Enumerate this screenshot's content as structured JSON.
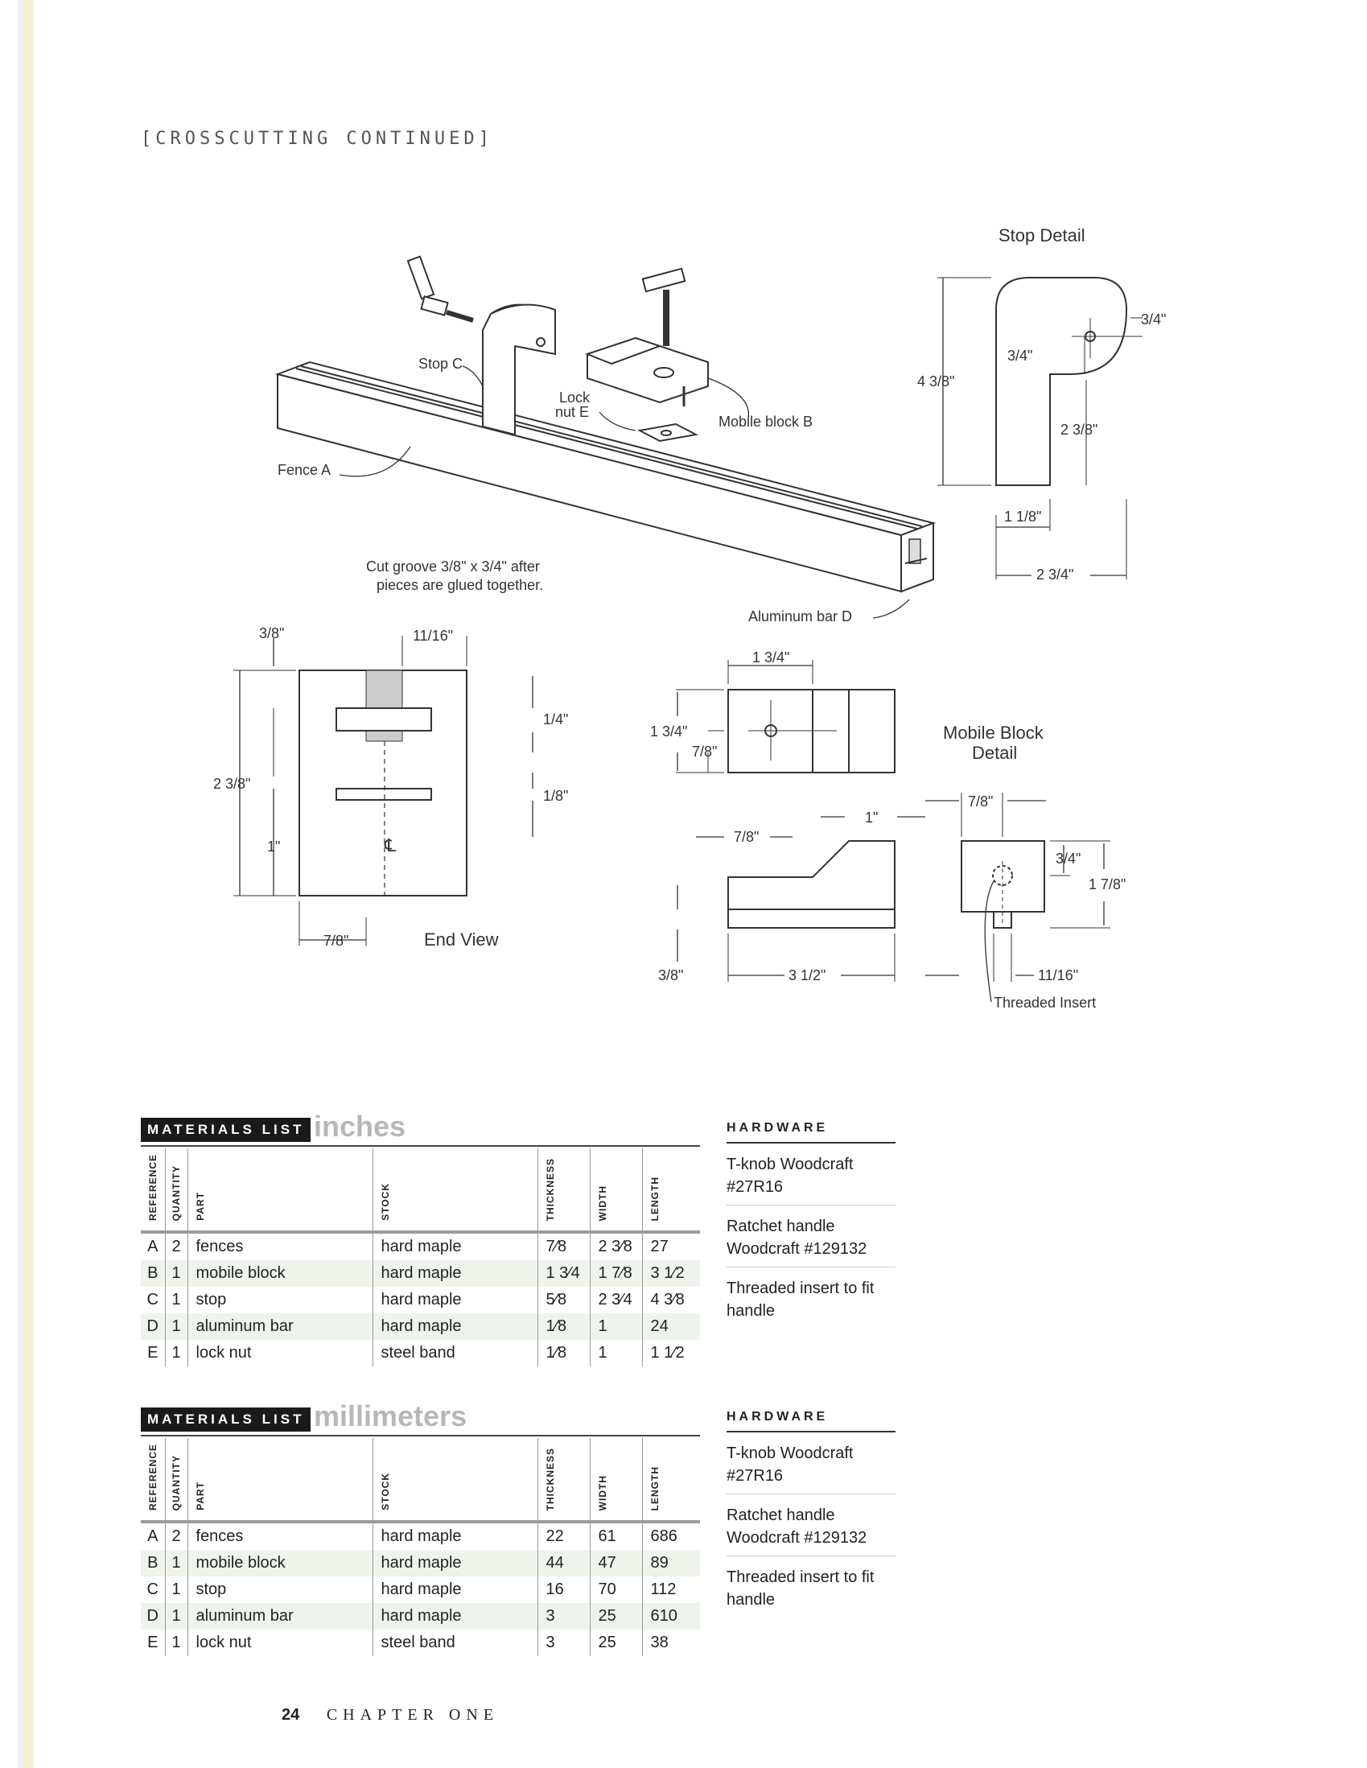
{
  "section_label": "[CROSSCUTTING CONTINUED]",
  "drawing": {
    "labels": {
      "stop_c": "Stop C",
      "lock_nut_e_1": "Lock",
      "lock_nut_e_2": "nut E",
      "mobile_block_b": "Mobile block B",
      "fence_a": "Fence A",
      "aluminum_bar_d": "Aluminum bar D",
      "cut_groove_1": "Cut groove 3/8\" x 3/4\" after",
      "cut_groove_2": "pieces are glued together.",
      "end_view": "End View",
      "stop_detail": "Stop Detail",
      "mobile_block_detail_1": "Mobile Block",
      "mobile_block_detail_2": "Detail",
      "threaded_insert": "Threaded Insert",
      "centerline": "℄"
    },
    "dims": {
      "ev_38": "3/8\"",
      "ev_1116": "11/16\"",
      "ev_14": "1/4\"",
      "ev_18": "1/8\"",
      "ev_238": "2 3/8\"",
      "ev_1": "1\"",
      "ev_78": "7/8\"",
      "sd_34a": "3/4\"",
      "sd_34b": "3/4\"",
      "sd_438": "4 3/8\"",
      "sd_238": "2 3/8\"",
      "sd_118": "1 1/8\"",
      "sd_234": "2 3/4\"",
      "mb_134a": "1 3/4\"",
      "mb_134b": "1 3/4\"",
      "mb_78a": "7/8\"",
      "mb_78b": "7/8\"",
      "mb_1": "1\"",
      "mb_38": "3/8\"",
      "mb_312": "3 1/2\"",
      "md_78": "7/8\"",
      "md_34": "3/4\"",
      "md_178": "1 7/8\"",
      "md_1116": "11/16\""
    }
  },
  "materials_inches": {
    "badge": "MATERIALS LIST",
    "unit": "inches",
    "headers": [
      "REFERENCE",
      "QUANTITY",
      "PART",
      "STOCK",
      "THICKNESS",
      "WIDTH",
      "LENGTH"
    ],
    "rows": [
      [
        "A",
        "2",
        "fences",
        "hard maple",
        "7⁄8",
        "2 3⁄8",
        "27"
      ],
      [
        "B",
        "1",
        "mobile block",
        "hard maple",
        "1 3⁄4",
        "1 7⁄8",
        "3 1⁄2"
      ],
      [
        "C",
        "1",
        "stop",
        "hard maple",
        "5⁄8",
        "2 3⁄4",
        "4 3⁄8"
      ],
      [
        "D",
        "1",
        "aluminum bar",
        "hard maple",
        "1⁄8",
        "1",
        "24"
      ],
      [
        "E",
        "1",
        "lock nut",
        "steel band",
        "1⁄8",
        "1",
        "1 1⁄2"
      ]
    ]
  },
  "materials_mm": {
    "badge": "MATERIALS LIST",
    "unit": "millimeters",
    "headers": [
      "REFERENCE",
      "QUANTITY",
      "PART",
      "STOCK",
      "THICKNESS",
      "WIDTH",
      "LENGTH"
    ],
    "rows": [
      [
        "A",
        "2",
        "fences",
        "hard maple",
        "22",
        "61",
        "686"
      ],
      [
        "B",
        "1",
        "mobile block",
        "hard maple",
        "44",
        "47",
        "89"
      ],
      [
        "C",
        "1",
        "stop",
        "hard maple",
        "16",
        "70",
        "112"
      ],
      [
        "D",
        "1",
        "aluminum bar",
        "hard maple",
        "3",
        "25",
        "610"
      ],
      [
        "E",
        "1",
        "lock nut",
        "steel band",
        "3",
        "25",
        "38"
      ]
    ]
  },
  "hardware_1": {
    "title": "HARDWARE",
    "items": [
      "T-knob Woodcraft #27R16",
      "Ratchet handle Woodcraft #129132",
      "Threaded insert to fit handle"
    ]
  },
  "hardware_2": {
    "title": "HARDWARE",
    "items": [
      "T-knob Woodcraft #27R16",
      "Ratchet handle Woodcraft #129132",
      "Threaded insert to fit handle"
    ]
  },
  "footer": {
    "page": "24",
    "chapter": "CHAPTER ONE"
  }
}
